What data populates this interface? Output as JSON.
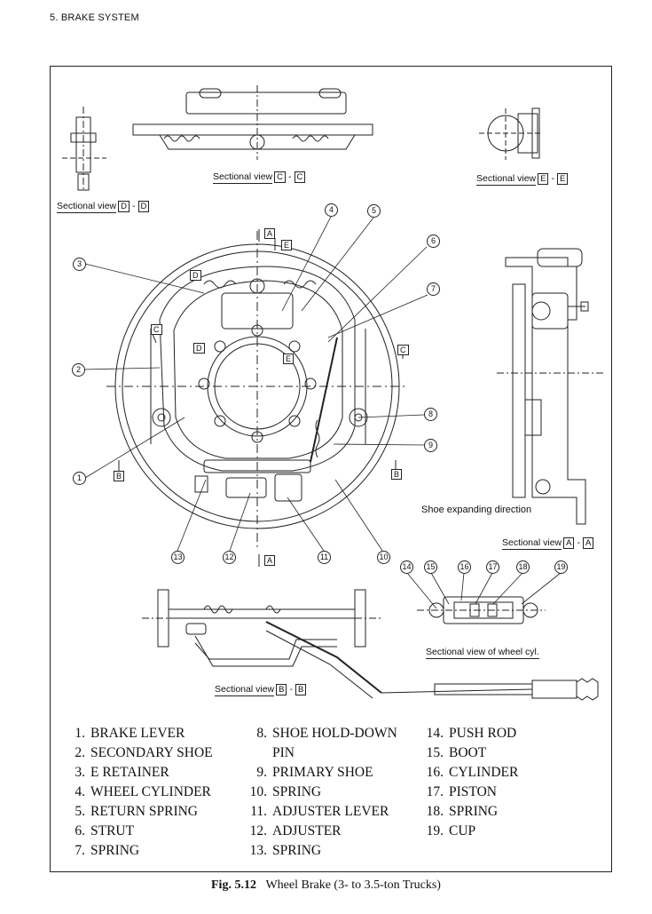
{
  "header": {
    "section": "5. BRAKE SYSTEM"
  },
  "views": {
    "dd": {
      "prefix": "Sectional view",
      "a": "D",
      "b": "D"
    },
    "cc": {
      "prefix": "Sectional view",
      "a": "C",
      "b": "C"
    },
    "ee": {
      "prefix": "Sectional view",
      "a": "E",
      "b": "E"
    },
    "aa": {
      "prefix": "Sectional view",
      "a": "A",
      "b": "A"
    },
    "bb": {
      "prefix": "Sectional view",
      "a": "B",
      "b": "B"
    },
    "wheel_cyl": "Sectional view of wheel cyl."
  },
  "note": "Shoe expanding direction",
  "callouts": [
    "1",
    "2",
    "3",
    "4",
    "5",
    "6",
    "7",
    "8",
    "9",
    "10",
    "11",
    "12",
    "13",
    "14",
    "15",
    "16",
    "17",
    "18",
    "19"
  ],
  "section_tags": {
    "A": "A",
    "B": "B",
    "C": "C",
    "D": "D",
    "E": "E"
  },
  "legend": {
    "col1": [
      {
        "n": "1.",
        "t": "BRAKE LEVER"
      },
      {
        "n": "2.",
        "t": "SECONDARY SHOE"
      },
      {
        "n": "3.",
        "t": "E RETAINER"
      },
      {
        "n": "4.",
        "t": "WHEEL CYLINDER"
      },
      {
        "n": "5.",
        "t": "RETURN SPRING"
      },
      {
        "n": "6.",
        "t": "STRUT"
      },
      {
        "n": "7.",
        "t": "SPRING"
      }
    ],
    "col2": [
      {
        "n": "8.",
        "t": "SHOE HOLD-DOWN",
        "t2": "PIN"
      },
      {
        "n": "9.",
        "t": "PRIMARY SHOE"
      },
      {
        "n": "10.",
        "t": "SPRING"
      },
      {
        "n": "11.",
        "t": "ADJUSTER LEVER"
      },
      {
        "n": "12.",
        "t": "ADJUSTER"
      },
      {
        "n": "13.",
        "t": "SPRING"
      }
    ],
    "col3": [
      {
        "n": "14.",
        "t": "PUSH ROD"
      },
      {
        "n": "15.",
        "t": "BOOT"
      },
      {
        "n": "16.",
        "t": "CYLINDER"
      },
      {
        "n": "17.",
        "t": "PISTON"
      },
      {
        "n": "18.",
        "t": "SPRING"
      },
      {
        "n": "19.",
        "t": "CUP"
      }
    ]
  },
  "caption": {
    "label": "Fig. 5.12",
    "text": "Wheel Brake (3- to 3.5-ton Trucks)"
  }
}
